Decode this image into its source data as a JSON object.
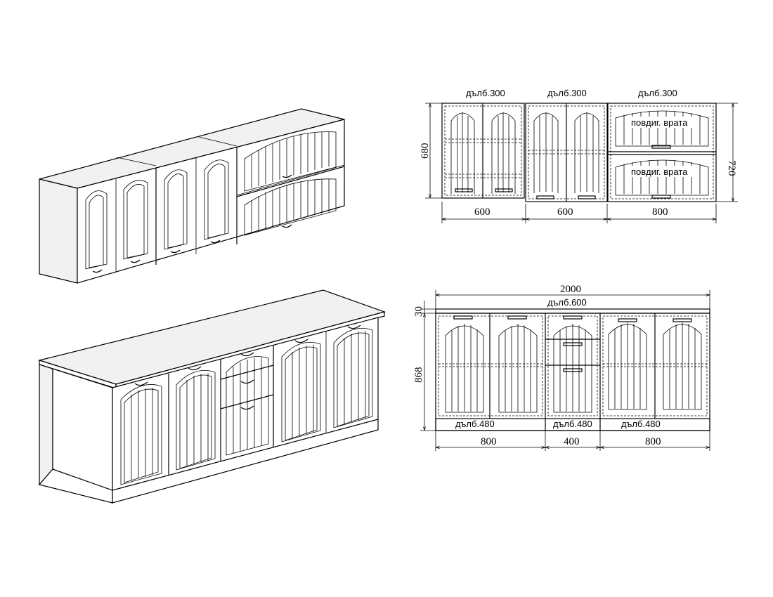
{
  "upper_plan": {
    "depth_labels": [
      "дълб.300",
      "дълб.300",
      "дълб.300"
    ],
    "door_labels": [
      "повдиг. врата",
      "повдиг. врата"
    ],
    "height_left": "680",
    "height_right": "720",
    "widths": [
      "600",
      "600",
      "800"
    ]
  },
  "lower_plan": {
    "total_width": "2000",
    "top_depth": "дълб.600",
    "top_thickness": "30",
    "height": "868",
    "depth_labels": [
      "дълб.480",
      "дълб.480",
      "дълб.480"
    ],
    "widths": [
      "800",
      "400",
      "800"
    ]
  }
}
